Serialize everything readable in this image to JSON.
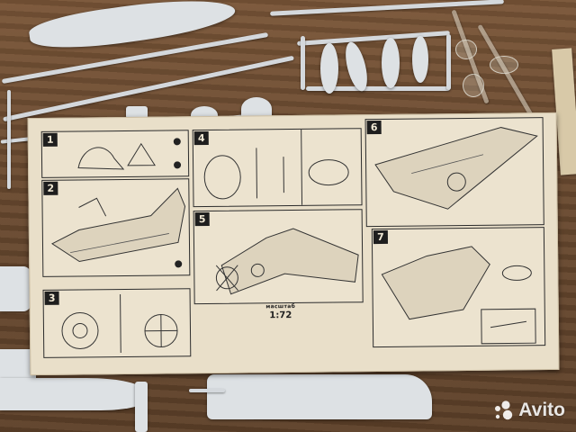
{
  "instructions": {
    "steps": [
      {
        "number": "1"
      },
      {
        "number": "2"
      },
      {
        "number": "3"
      },
      {
        "number": "4"
      },
      {
        "number": "5"
      },
      {
        "number": "6"
      },
      {
        "number": "7"
      }
    ],
    "scale_label": "масштаб",
    "scale_value": "1:72"
  },
  "watermark": {
    "text": "Avito",
    "icon": "avito-logo-icon"
  },
  "colors": {
    "table": "#6b4a33",
    "plastic": "#d4d8dc",
    "paper": "#e9dfc9",
    "ink": "#2c2c2c"
  }
}
